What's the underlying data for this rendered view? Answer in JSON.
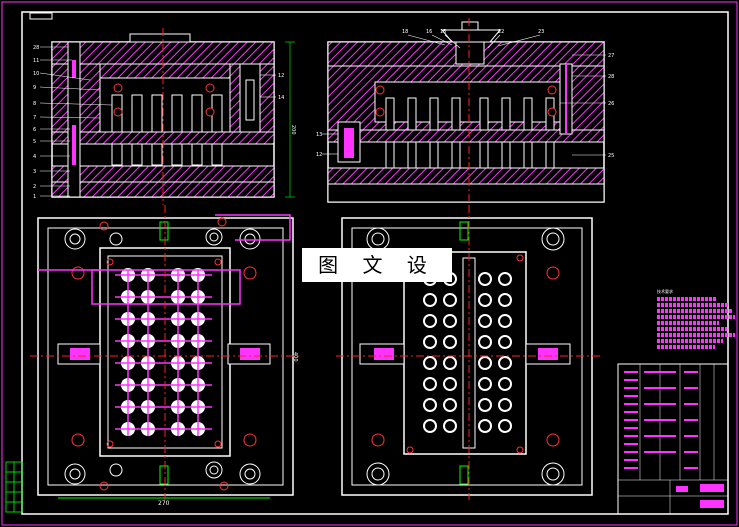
{
  "watermark": {
    "text": "图 文 设 计"
  },
  "dimensions": {
    "bottom_width": "270",
    "side_height": "400",
    "top_height": "200"
  },
  "sections": {
    "left_section_callouts": [
      "28",
      "11",
      "10",
      "9",
      "8",
      "7",
      "6",
      "5",
      "4",
      "3",
      "2",
      "1"
    ],
    "right_section_callouts": [
      "18",
      "16",
      "15",
      "22",
      "23",
      "27",
      "28",
      "13",
      "12",
      "26",
      "25"
    ],
    "elevation_side_labels": [
      "12",
      "14"
    ]
  },
  "technical_notes": {
    "title": "技术要求"
  },
  "colors": {
    "background": "#000000",
    "outline": "#ffffff",
    "hatch": "#ff33ff",
    "centerline": "#ff2020",
    "dimension": "#00ff00",
    "frame": "#ff33ff",
    "annotation": "#ff33ff"
  }
}
